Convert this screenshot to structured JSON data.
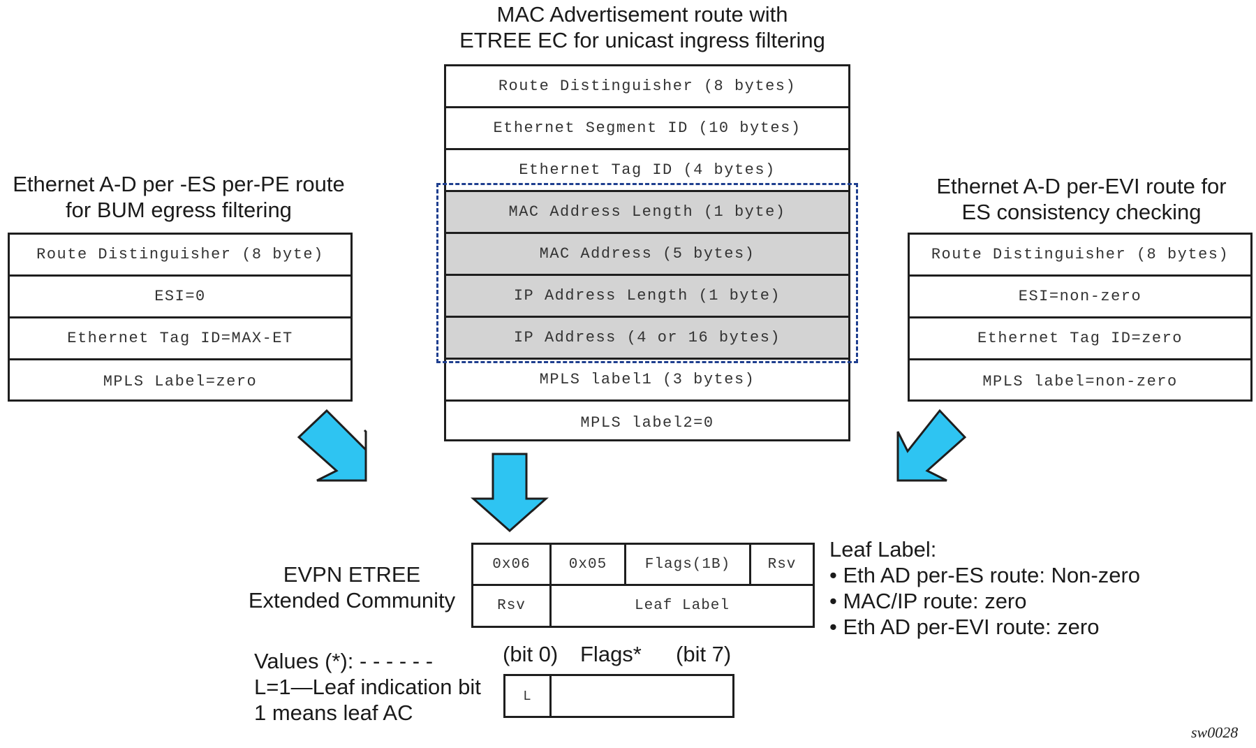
{
  "center": {
    "title_lines": [
      "MAC Advertisement route with",
      "ETREE EC for unicast ingress filtering"
    ],
    "rows": [
      "Route Distinguisher (8 bytes)",
      "Ethernet Segment ID (10 bytes)",
      "Ethernet Tag ID (4 bytes)",
      "MAC Address Length (1 byte)",
      "MAC Address (5 bytes)",
      "IP Address Length (1 byte)",
      "IP Address (4 or 16 bytes)",
      "MPLS label1 (3 bytes)",
      "MPLS label2=0"
    ]
  },
  "left": {
    "title_lines": [
      "Ethernet A-D per -ES per-PE route",
      "for BUM egress filtering"
    ],
    "rows": [
      "Route Distinguisher (8 byte)",
      "ESI=0",
      "Ethernet Tag ID=MAX-ET",
      "MPLS Label=zero"
    ]
  },
  "right": {
    "title_lines": [
      "Ethernet A-D per-EVI route for",
      "ES consistency checking"
    ],
    "rows": [
      "Route Distinguisher (8 bytes)",
      "ESI=non-zero",
      "Ethernet Tag ID=zero",
      "MPLS label=non-zero"
    ]
  },
  "community": {
    "title_lines": [
      "EVPN ETREE",
      "Extended Community"
    ],
    "row1": [
      "0x06",
      "0x05",
      "Flags(1B)",
      "Rsv"
    ],
    "row2": [
      "Rsv",
      "Leaf Label"
    ]
  },
  "leaf_label": {
    "heading": "Leaf Label:",
    "items": [
      "Eth AD per-ES route: Non-zero",
      "MAC/IP route: zero",
      "Eth AD per-EVI route: zero"
    ]
  },
  "flags": {
    "bit0": "(bit 0)",
    "label": "Flags*",
    "bit7": "(bit 7)",
    "cell": "L"
  },
  "values": {
    "lines": [
      "Values (*): - - - - - -",
      "L=1—Leaf indication bit",
      "1 means leaf AC"
    ]
  },
  "figure_tag": "sw0028",
  "colors": {
    "arrow_fill": "#2ec4f2",
    "arrow_stroke": "#1e1e1e",
    "shaded_row": "#d3d3d3",
    "dashed_border": "#1f3f8f"
  }
}
